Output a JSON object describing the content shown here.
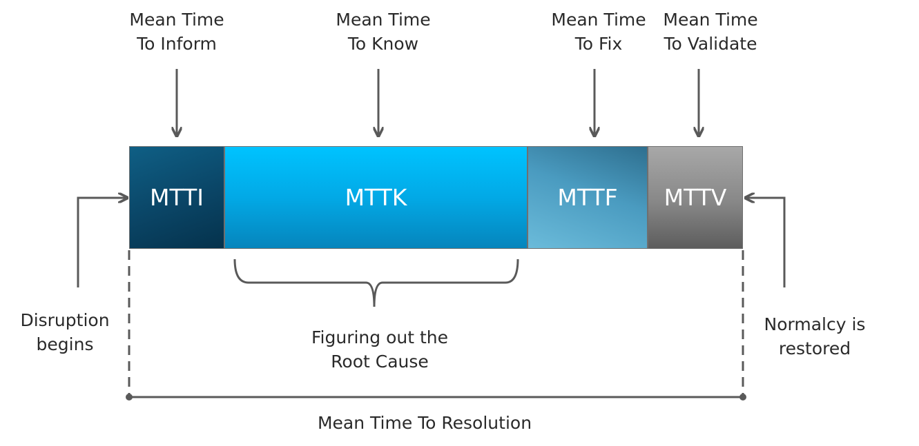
{
  "top_labels": {
    "mtti": [
      "Mean Time",
      "To Inform"
    ],
    "mttk": [
      "Mean Time",
      "To Know"
    ],
    "mttf": [
      "Mean Time",
      "To Fix"
    ],
    "mttv": [
      "Mean Time",
      "To Validate"
    ]
  },
  "segments": {
    "mtti": "MTTI",
    "mttk": "MTTK",
    "mttf": "MTTF",
    "mttv": "MTTV"
  },
  "colors": {
    "mtti": "#0a4566",
    "mttk": "#02a9e6",
    "mttf": "#4a9bc0",
    "mttv": "#878787",
    "lines": "#595959"
  },
  "start_label": [
    "Disruption",
    "begins"
  ],
  "end_label": [
    "Normalcy is",
    "restored"
  ],
  "brace_label": [
    "Figuring out the",
    "Root Cause"
  ],
  "bottom_label": "Mean Time To Resolution"
}
